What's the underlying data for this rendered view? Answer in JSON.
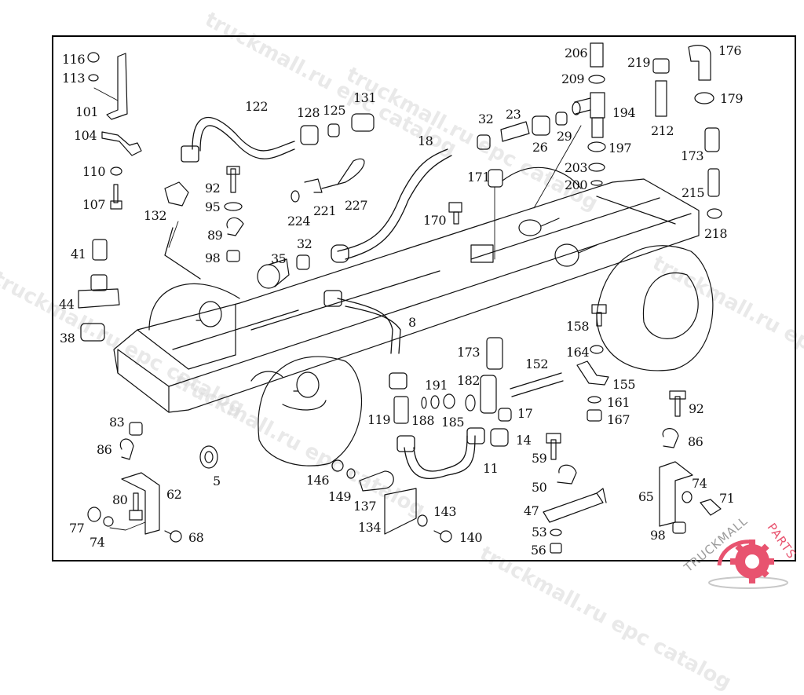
{
  "diagram": {
    "title": "Brake lines / chassis parts exploded view",
    "watermark_text": "truckmall.ru epc catalog",
    "logo": {
      "left": "TRUCKMALL",
      "right": "PARTS",
      "accent_color": "#e8536f",
      "text_color": "#9a9a9a"
    },
    "frame_color": "#000000",
    "line_color": "#111111"
  },
  "labels": [
    {
      "id": "116",
      "text": "116"
    },
    {
      "id": "113",
      "text": "113"
    },
    {
      "id": "101",
      "text": "101"
    },
    {
      "id": "104",
      "text": "104"
    },
    {
      "id": "110",
      "text": "110"
    },
    {
      "id": "107",
      "text": "107"
    },
    {
      "id": "132",
      "text": "132"
    },
    {
      "id": "122",
      "text": "122"
    },
    {
      "id": "92a",
      "text": "92"
    },
    {
      "id": "95",
      "text": "95"
    },
    {
      "id": "89",
      "text": "89"
    },
    {
      "id": "98a",
      "text": "98"
    },
    {
      "id": "41",
      "text": "41"
    },
    {
      "id": "44",
      "text": "44"
    },
    {
      "id": "38",
      "text": "38"
    },
    {
      "id": "128",
      "text": "128"
    },
    {
      "id": "125",
      "text": "125"
    },
    {
      "id": "131",
      "text": "131"
    },
    {
      "id": "224",
      "text": "224"
    },
    {
      "id": "221",
      "text": "221"
    },
    {
      "id": "227",
      "text": "227"
    },
    {
      "id": "35",
      "text": "35"
    },
    {
      "id": "32a",
      "text": "32"
    },
    {
      "id": "18",
      "text": "18"
    },
    {
      "id": "32b",
      "text": "32"
    },
    {
      "id": "23",
      "text": "23"
    },
    {
      "id": "26",
      "text": "26"
    },
    {
      "id": "29",
      "text": "29"
    },
    {
      "id": "171",
      "text": "171"
    },
    {
      "id": "170",
      "text": "170"
    },
    {
      "id": "206",
      "text": "206"
    },
    {
      "id": "209",
      "text": "209"
    },
    {
      "id": "194",
      "text": "194"
    },
    {
      "id": "197",
      "text": "197"
    },
    {
      "id": "203",
      "text": "203"
    },
    {
      "id": "200",
      "text": "200"
    },
    {
      "id": "219",
      "text": "219"
    },
    {
      "id": "212",
      "text": "212"
    },
    {
      "id": "176",
      "text": "176"
    },
    {
      "id": "179",
      "text": "179"
    },
    {
      "id": "173a",
      "text": "173"
    },
    {
      "id": "215",
      "text": "215"
    },
    {
      "id": "218",
      "text": "218"
    },
    {
      "id": "8",
      "text": "8"
    },
    {
      "id": "158",
      "text": "158"
    },
    {
      "id": "164",
      "text": "164"
    },
    {
      "id": "155",
      "text": "155"
    },
    {
      "id": "161",
      "text": "161"
    },
    {
      "id": "167",
      "text": "167"
    },
    {
      "id": "173b",
      "text": "173"
    },
    {
      "id": "152",
      "text": "152"
    },
    {
      "id": "191",
      "text": "191"
    },
    {
      "id": "182",
      "text": "182"
    },
    {
      "id": "119",
      "text": "119"
    },
    {
      "id": "188",
      "text": "188"
    },
    {
      "id": "185",
      "text": "185"
    },
    {
      "id": "17",
      "text": "17"
    },
    {
      "id": "14",
      "text": "14"
    },
    {
      "id": "11",
      "text": "11"
    },
    {
      "id": "59",
      "text": "59"
    },
    {
      "id": "50",
      "text": "50"
    },
    {
      "id": "47",
      "text": "47"
    },
    {
      "id": "53",
      "text": "53"
    },
    {
      "id": "56",
      "text": "56"
    },
    {
      "id": "92b",
      "text": "92"
    },
    {
      "id": "86b",
      "text": "86"
    },
    {
      "id": "65",
      "text": "65"
    },
    {
      "id": "74b",
      "text": "74"
    },
    {
      "id": "71",
      "text": "71"
    },
    {
      "id": "98b",
      "text": "98"
    },
    {
      "id": "83",
      "text": "83"
    },
    {
      "id": "86a",
      "text": "86"
    },
    {
      "id": "5",
      "text": "5"
    },
    {
      "id": "62",
      "text": "62"
    },
    {
      "id": "80",
      "text": "80"
    },
    {
      "id": "77",
      "text": "77"
    },
    {
      "id": "74a",
      "text": "74"
    },
    {
      "id": "68",
      "text": "68"
    },
    {
      "id": "146",
      "text": "146"
    },
    {
      "id": "149",
      "text": "149"
    },
    {
      "id": "137",
      "text": "137"
    },
    {
      "id": "134",
      "text": "134"
    },
    {
      "id": "143",
      "text": "143"
    },
    {
      "id": "140",
      "text": "140"
    }
  ]
}
